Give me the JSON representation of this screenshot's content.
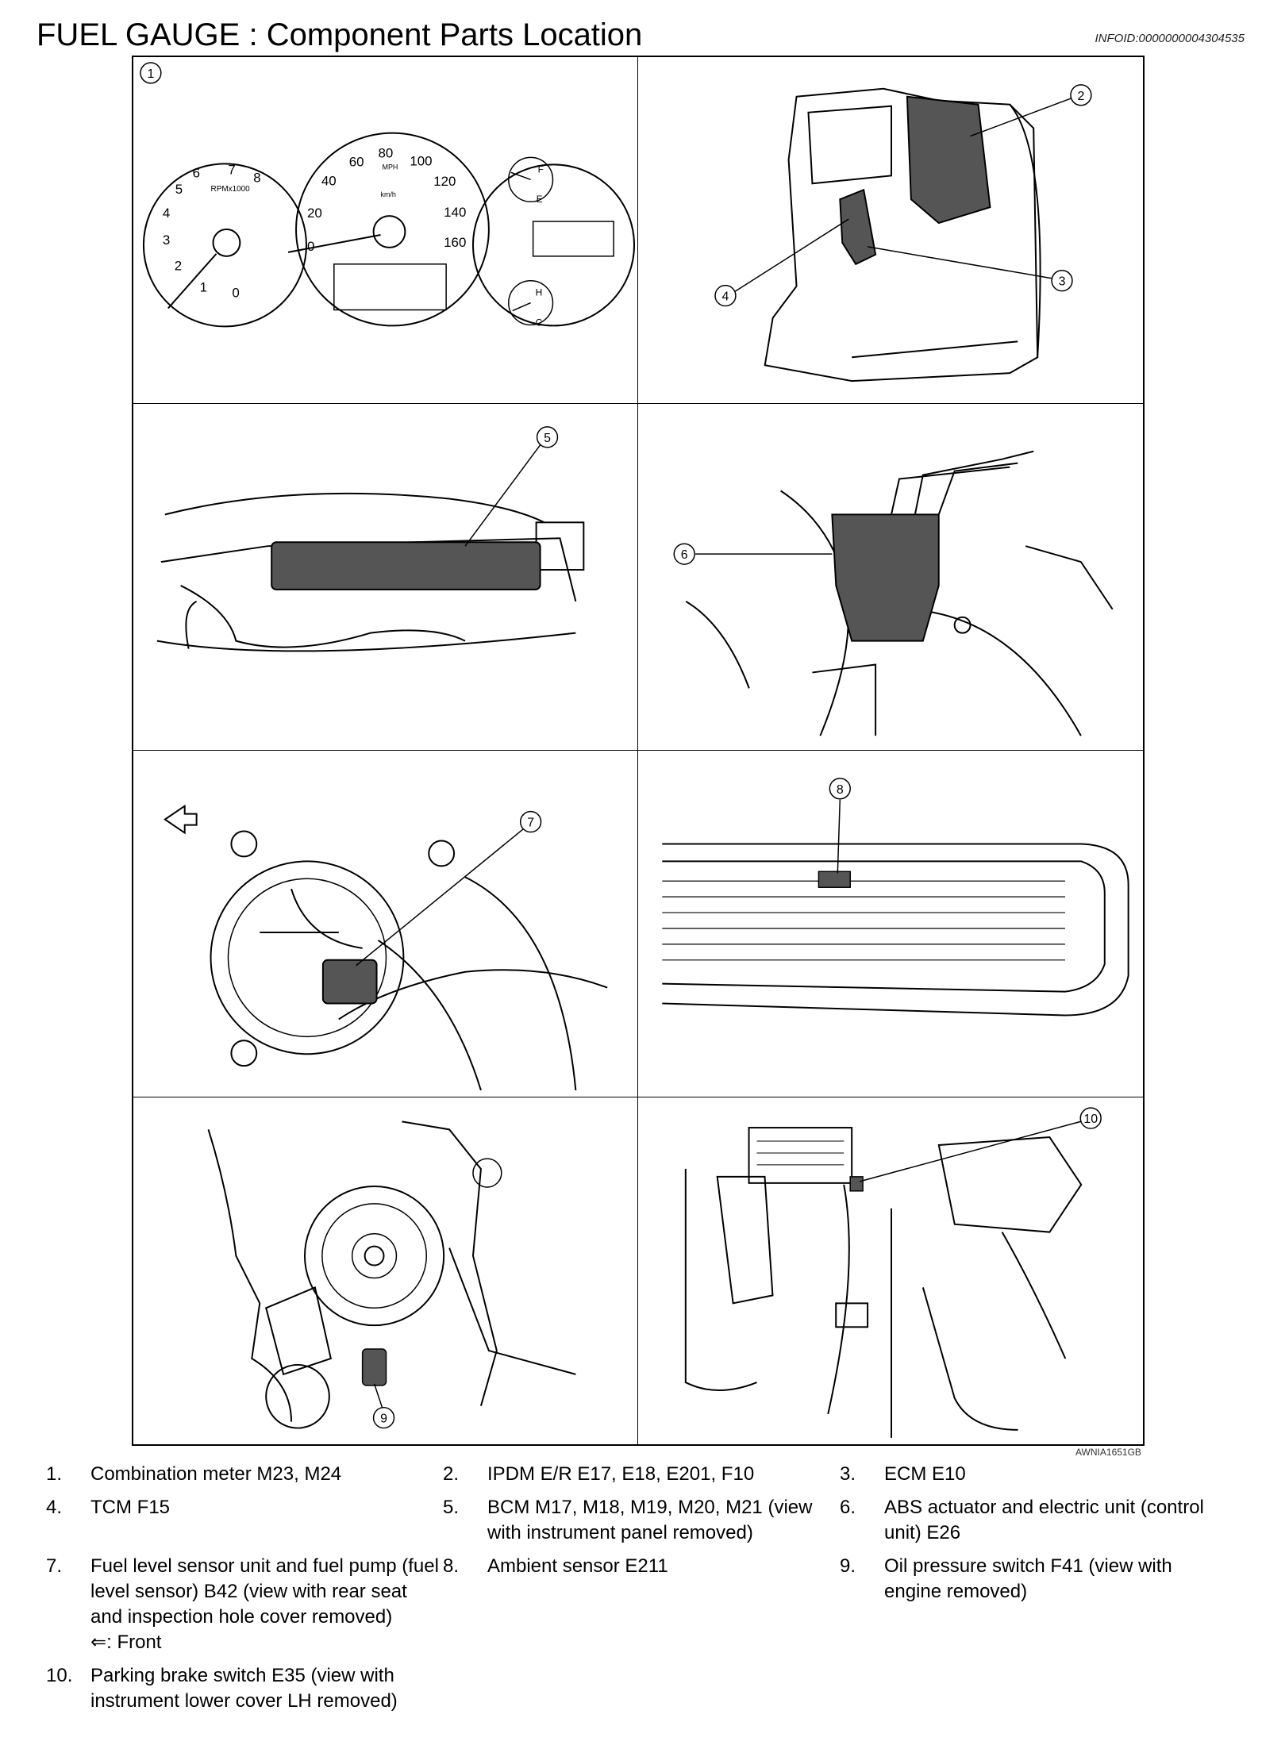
{
  "title": "FUEL GAUGE : Component Parts Location",
  "info_id": "INFOID:0000000004304535",
  "figure_code": "AWNIA1651GB",
  "callouts": [
    "1",
    "2",
    "3",
    "4",
    "5",
    "6",
    "7",
    "8",
    "9",
    "10"
  ],
  "gauges": {
    "tach_labels": [
      "0",
      "1",
      "2",
      "3",
      "4",
      "5",
      "6",
      "7",
      "8"
    ],
    "tach_unit": "RPMx1000",
    "speed_labels": [
      "0",
      "20",
      "40",
      "60",
      "80",
      "100",
      "120",
      "140",
      "160"
    ],
    "speed_unit_mph": "MPH",
    "speed_unit_kmh": "km/h",
    "fuel_full": "F",
    "fuel_empty": "E",
    "temp_hot": "H",
    "temp_cold": "C"
  },
  "legend": [
    {
      "num": "1.",
      "text": "Combination meter M23, M24"
    },
    {
      "num": "2.",
      "text": "IPDM E/R E17, E18, E201, F10"
    },
    {
      "num": "3.",
      "text": "ECM E10"
    },
    {
      "num": "4.",
      "text": "TCM F15"
    },
    {
      "num": "5.",
      "text": "BCM M17, M18, M19, M20, M21 (view with instrument panel removed)"
    },
    {
      "num": "6.",
      "text": "ABS actuator and electric unit (control unit) E26"
    },
    {
      "num": "7.",
      "text": "Fuel level sensor unit and fuel pump (fuel level sensor) B42 (view with rear seat and inspection hole cover removed)"
    },
    {
      "num": "8.",
      "text": "Ambient sensor E211"
    },
    {
      "num": "9.",
      "text": "Oil pressure switch F41 (view with engine removed)"
    },
    {
      "num": "10.",
      "text": "Parking brake switch E35 (view with instrument lower cover LH removed)"
    }
  ],
  "front_note": "⇐: Front"
}
